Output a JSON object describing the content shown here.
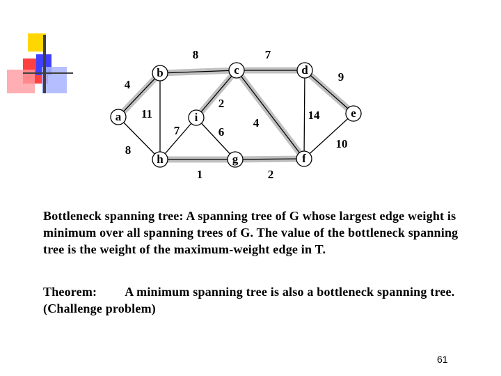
{
  "slide": {
    "page_number": "61",
    "colors": {
      "node_fill": "#ffffff",
      "edge_stroke": "#000000",
      "mst_edge": "#c0c0c0",
      "deco_yellow": "#ffd700",
      "deco_red": "#ff4040",
      "deco_blue": "#4040ff",
      "deco_pink": "#ff9aa0",
      "deco_lightblue": "#a8b4ff",
      "deco_line": "#404040"
    }
  },
  "graph": {
    "nodes": [
      {
        "id": "a",
        "label": "a"
      },
      {
        "id": "b",
        "label": "b"
      },
      {
        "id": "c",
        "label": "c"
      },
      {
        "id": "d",
        "label": "d"
      },
      {
        "id": "e",
        "label": "e"
      },
      {
        "id": "f",
        "label": "f"
      },
      {
        "id": "g",
        "label": "g"
      },
      {
        "id": "h",
        "label": "h"
      },
      {
        "id": "i",
        "label": "i"
      }
    ],
    "edges": [
      {
        "from": "a",
        "to": "b",
        "weight": "4",
        "in_tree": true
      },
      {
        "from": "b",
        "to": "c",
        "weight": "8",
        "in_tree": true
      },
      {
        "from": "c",
        "to": "d",
        "weight": "7",
        "in_tree": true
      },
      {
        "from": "d",
        "to": "e",
        "weight": "9",
        "in_tree": true
      },
      {
        "from": "b",
        "to": "h",
        "weight": "11",
        "in_tree": false
      },
      {
        "from": "a",
        "to": "h",
        "weight": "8",
        "in_tree": false
      },
      {
        "from": "c",
        "to": "i",
        "weight": "2",
        "in_tree": true
      },
      {
        "from": "h",
        "to": "i",
        "weight": "7",
        "in_tree": false
      },
      {
        "from": "i",
        "to": "g",
        "weight": "6",
        "in_tree": false
      },
      {
        "from": "c",
        "to": "f",
        "weight": "4",
        "in_tree": true
      },
      {
        "from": "d",
        "to": "f",
        "weight": "14",
        "in_tree": false
      },
      {
        "from": "e",
        "to": "f",
        "weight": "10",
        "in_tree": false
      },
      {
        "from": "h",
        "to": "g",
        "weight": "1",
        "in_tree": true
      },
      {
        "from": "g",
        "to": "f",
        "weight": "2",
        "in_tree": true
      }
    ]
  },
  "text": {
    "definition": " Bottleneck spanning tree: A spanning tree of G whose largest edge weight is minimum over all spanning trees of G. The value of the bottleneck spanning tree is the weight of the maximum-weight edge in T.",
    "theorem_label": "Theorem:",
    "theorem_body": "A minimum spanning tree is also a bottleneck spanning tree. (Challenge problem)"
  }
}
